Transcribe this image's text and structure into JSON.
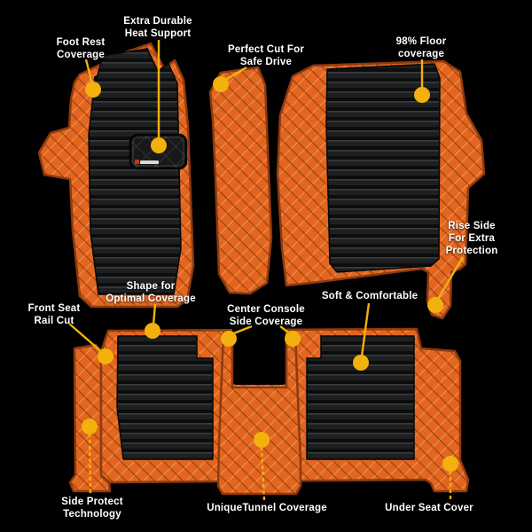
{
  "scene": {
    "description": "Car floor mats product infographic, 3-piece orange and black set with feature callouts"
  },
  "palette": {
    "bg": "#000000",
    "orange": "#E2661F",
    "orange-hi": "#F08034",
    "seam": "#8E3A0F",
    "mat-black": "#1E1F20",
    "rib-dark": "#0C0D0D",
    "rib-hi": "#3A3B3C",
    "gold": "#F2B10C",
    "label": "#FFFFFF"
  },
  "callouts": [
    {
      "id": "foot-rest",
      "label": "Foot Rest\nCoverage"
    },
    {
      "id": "heat-support",
      "label": "Extra Durable\nHeat Support"
    },
    {
      "id": "perfect-cut",
      "label": "Perfect Cut For\nSafe Drive"
    },
    {
      "id": "floor-coverage",
      "label": "98% Floor\ncoverage"
    },
    {
      "id": "rise-side",
      "label": "Rise Side\nFor Extra\nProtection"
    },
    {
      "id": "front-seat-rail",
      "label": "Front Seat\nRail Cut"
    },
    {
      "id": "shape-optimal",
      "label": "Shape for\nOptimal Coverage"
    },
    {
      "id": "center-console",
      "label": "Center Console\nSide Coverage"
    },
    {
      "id": "soft-comfort",
      "label": "Soft & Comfortable"
    },
    {
      "id": "side-protect",
      "label": "Side Protect\nTechnology"
    },
    {
      "id": "unique-tunnel",
      "label": "UniqueTunnel Coverage"
    },
    {
      "id": "under-seat",
      "label": "Under Seat Cover"
    }
  ]
}
